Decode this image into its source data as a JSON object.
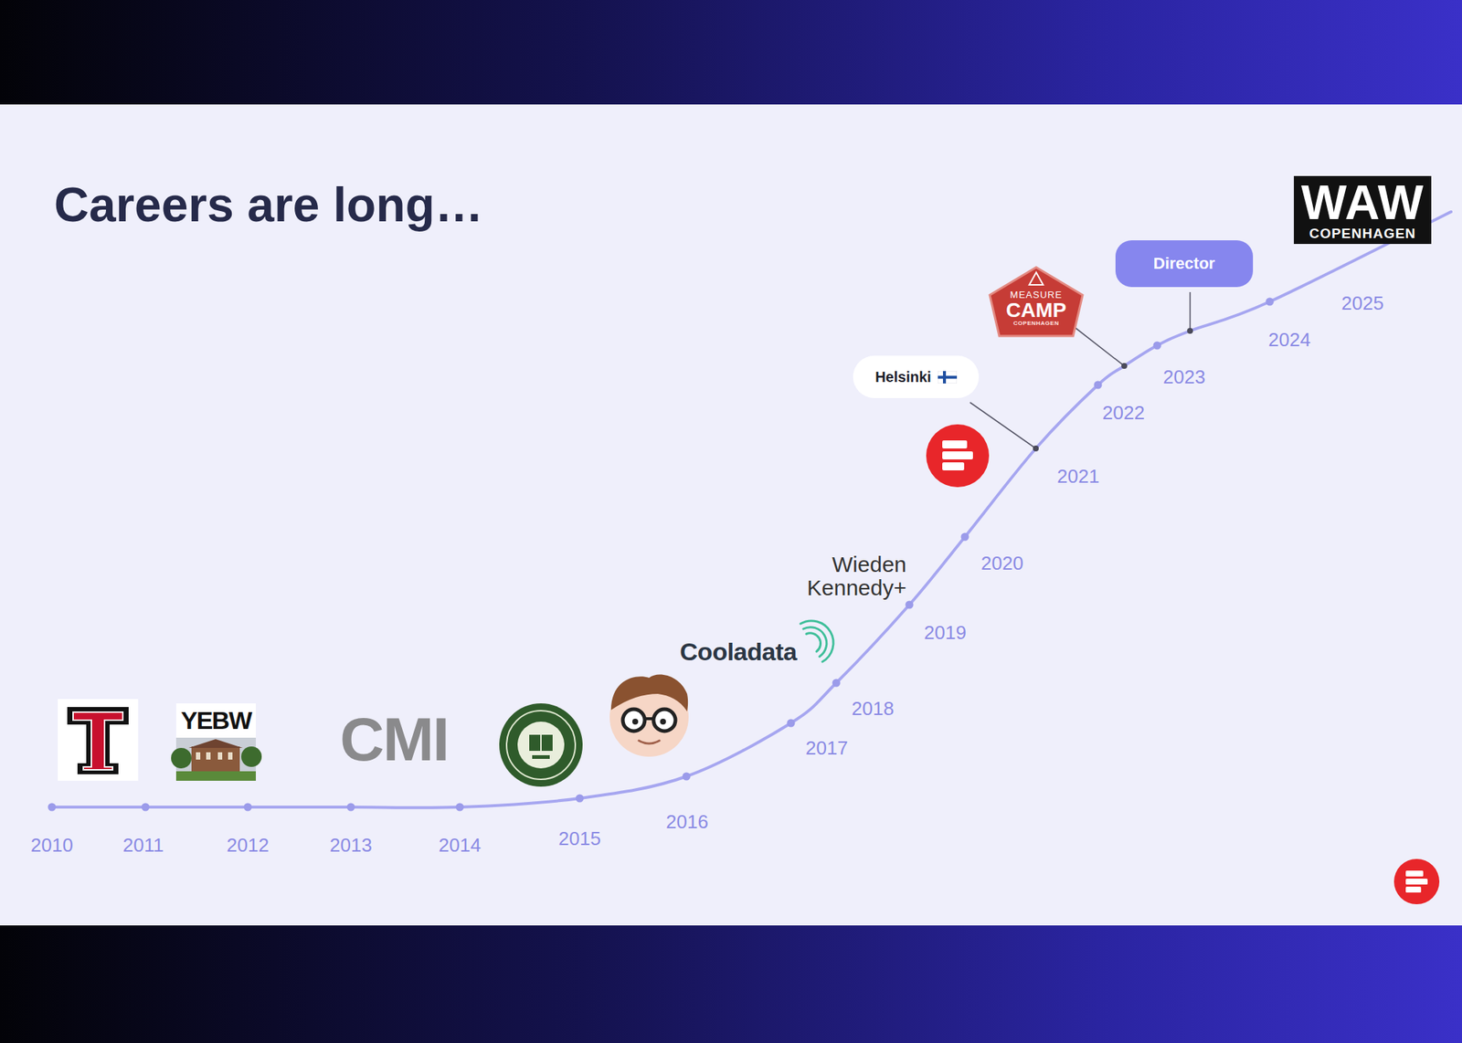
{
  "diagram": {
    "title": "Careers are long…",
    "nodes": [
      {
        "text": [
          "YEBW"
        ]
      },
      {
        "text": [
          "Helsinki"
        ]
      },
      {
        "text": [
          "MEASURE",
          "CAMP",
          "COPENHAGEN"
        ]
      },
      {
        "text": [
          "Director"
        ]
      },
      {
        "text": [
          "WAW",
          "COPENHAGEN"
        ]
      }
    ],
    "labels": [
      "CMI",
      "Cooladata",
      "Wieden Kennedy+",
      "2010",
      "2011",
      "2012",
      "2013",
      "2014",
      "2015",
      "2016",
      "2017",
      "2018",
      "2019",
      "2020",
      "2021",
      "2022",
      "2023",
      "2024",
      "2025"
    ]
  }
}
